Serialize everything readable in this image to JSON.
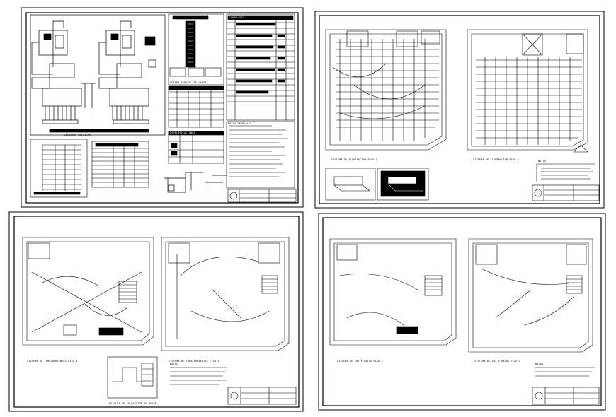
{
  "sheets": [
    {
      "id": "sheet-1",
      "labels": [
        "CUADRO GENERAL DE CARGAS",
        "SIMBOLOGIA",
        "DIAGRAMA UNIFILAR",
        "ESPECIFICACIONES",
        "NOTAS GENERALES"
      ]
    },
    {
      "id": "sheet-2",
      "labels": [
        "SISTEMA DE ILUMINACION PISO 1",
        "SISTEMA DE ILUMINACION PISO 2",
        "NOTAS"
      ]
    },
    {
      "id": "sheet-3",
      "labels": [
        "SISTEMA DE TOMACORRIENTES PISO 1",
        "SISTEMA DE TOMACORRIENTES PISO 2",
        "DETALLE DE COLOCACION EN BUZON",
        "NOTAS"
      ]
    },
    {
      "id": "sheet-4",
      "labels": [
        "SISTEMA DE VOZ Y DATOS PISO 1",
        "SISTEMA DE VOZ Y DATOS PISO 2",
        "NOTAS"
      ]
    }
  ],
  "colors": {
    "ink": "#000000",
    "paper": "#ffffff"
  }
}
